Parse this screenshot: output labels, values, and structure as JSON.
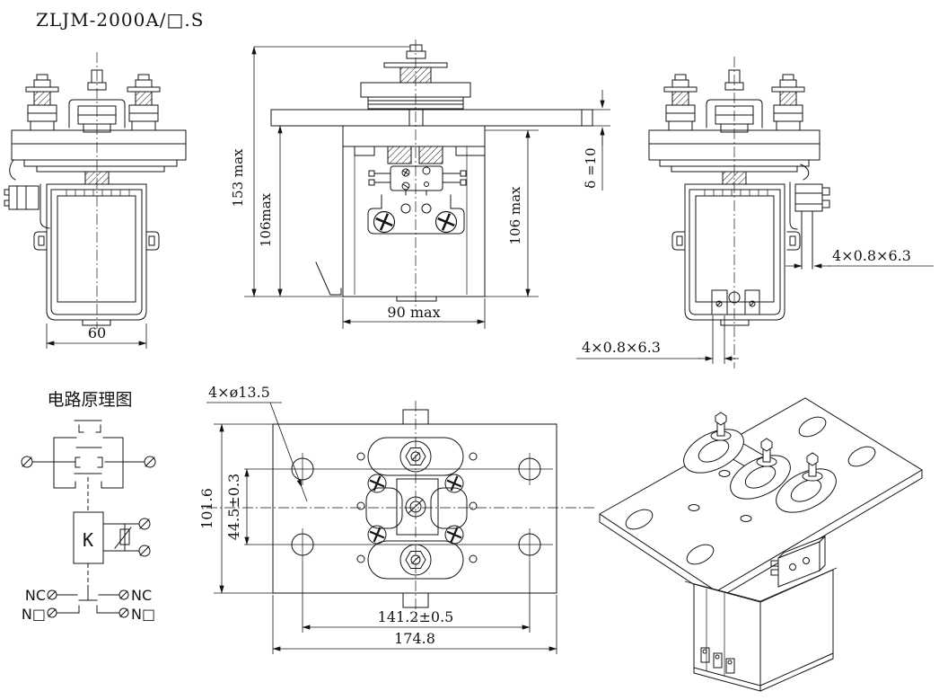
{
  "title": "ZLJM-2000A/□.S",
  "views": {
    "front": {
      "dim_width": "60"
    },
    "side": {
      "dim_total_height": "153 max",
      "dim_inner_height": "106max",
      "dim_right_height": "106 max",
      "dim_plate_thickness": "δ =10",
      "dim_width": "90 max"
    },
    "right": {
      "dim_aux_terminal": "4×0.8×6.3",
      "dim_bottom_terminal": "4×0.8×6.3"
    },
    "circuit": {
      "title": "电路原理图",
      "coil_label": "K",
      "aux_left_top": "NC",
      "aux_left_bottom": "N□",
      "aux_right_top": "NC",
      "aux_right_bottom": "N□"
    },
    "plan": {
      "dim_holes": "4×ø13.5",
      "dim_depth": "101.6",
      "dim_hole_pitch_vertical": "44.5±0.3",
      "dim_hole_pitch_horizontal": "141.2±0.5",
      "dim_width": "174.8"
    }
  }
}
